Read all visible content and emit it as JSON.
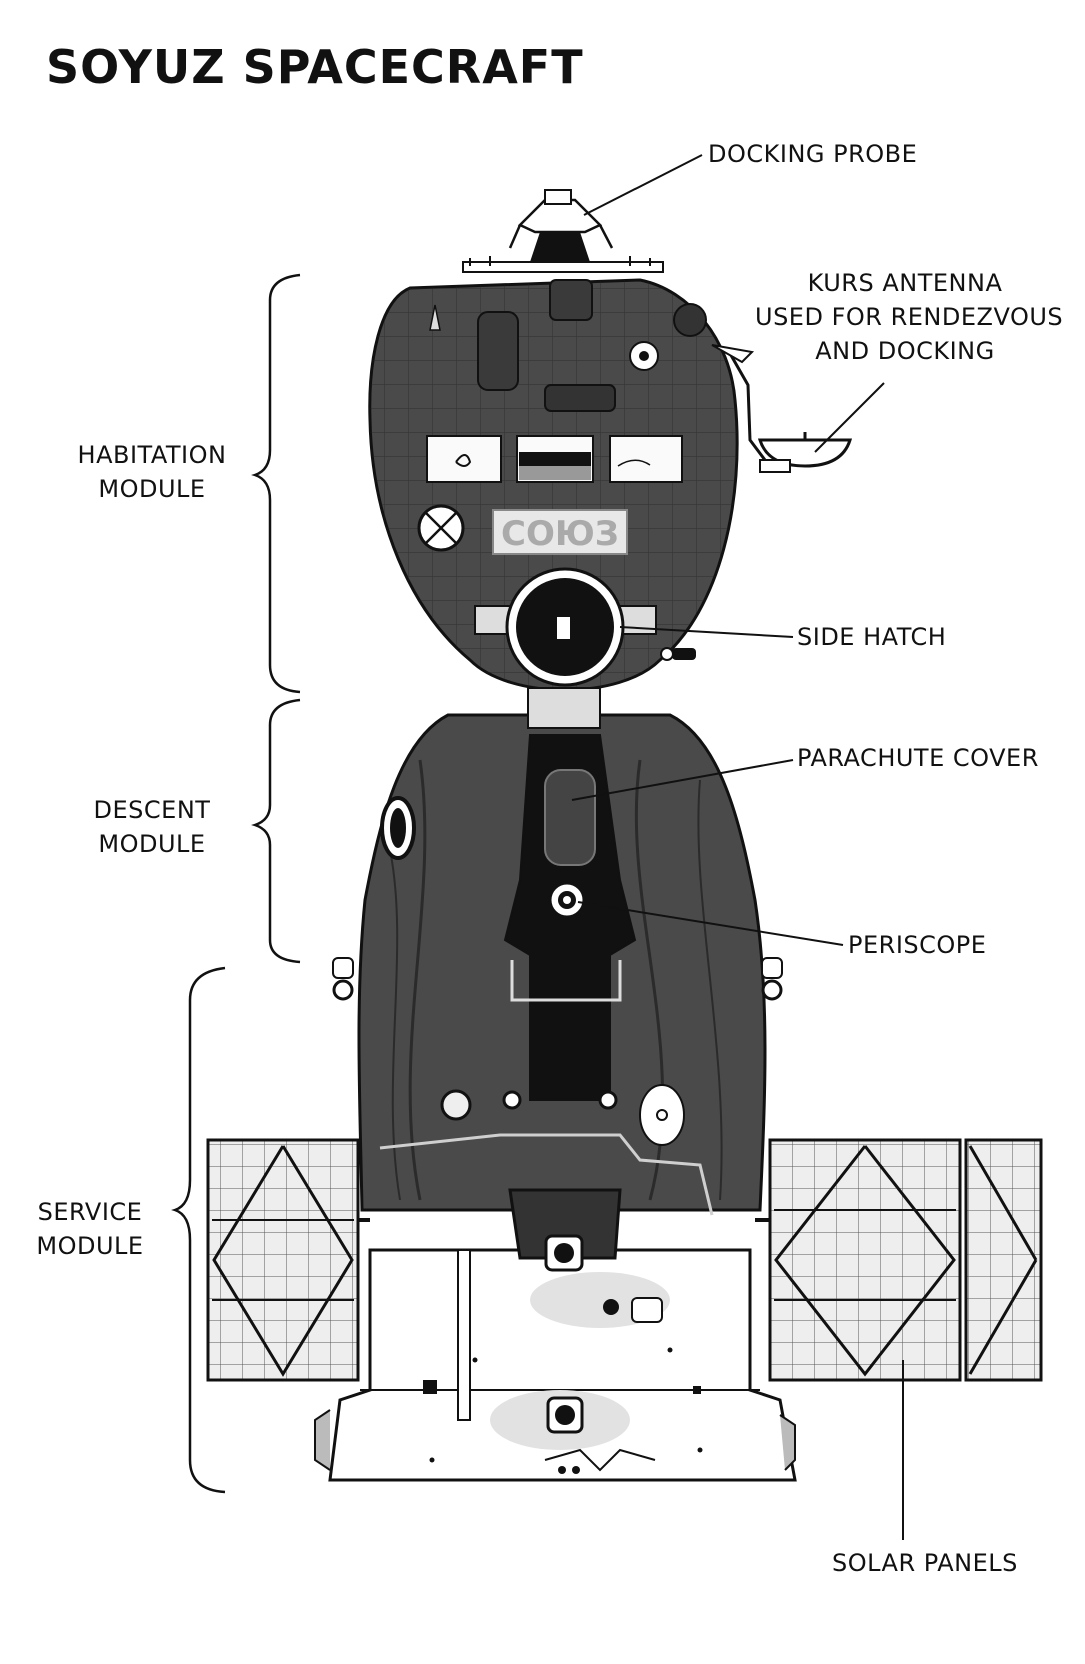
{
  "title": "SOYUZ SPACECRAFT",
  "sections": [
    {
      "id": "habitation",
      "lines": [
        "HABITATION",
        "MODULE"
      ]
    },
    {
      "id": "descent",
      "lines": [
        "DESCENT",
        "MODULE"
      ]
    },
    {
      "id": "service",
      "lines": [
        "SERVICE",
        "MODULE"
      ]
    }
  ],
  "callouts": {
    "docking_probe": {
      "lines": [
        "DOCKING PROBE"
      ]
    },
    "kurs_antenna": {
      "lines": [
        "KURS ANTENNA",
        "USED FOR RENDEZVOUS",
        "AND DOCKING"
      ]
    },
    "side_hatch": {
      "lines": [
        "SIDE HATCH"
      ]
    },
    "parachute_cover": {
      "lines": [
        "PARACHUTE COVER"
      ]
    },
    "periscope": {
      "lines": [
        "PERISCOPE"
      ]
    },
    "solar_panels": {
      "lines": [
        "SOLAR PANELS"
      ]
    }
  },
  "hull_lettering": "СОЮЗ",
  "colors": {
    "hull": "#4a4a4a",
    "hull_dark": "#2b2b2b",
    "ink": "#111111",
    "panel_fill": "#ececec",
    "paper": "#ffffff"
  }
}
